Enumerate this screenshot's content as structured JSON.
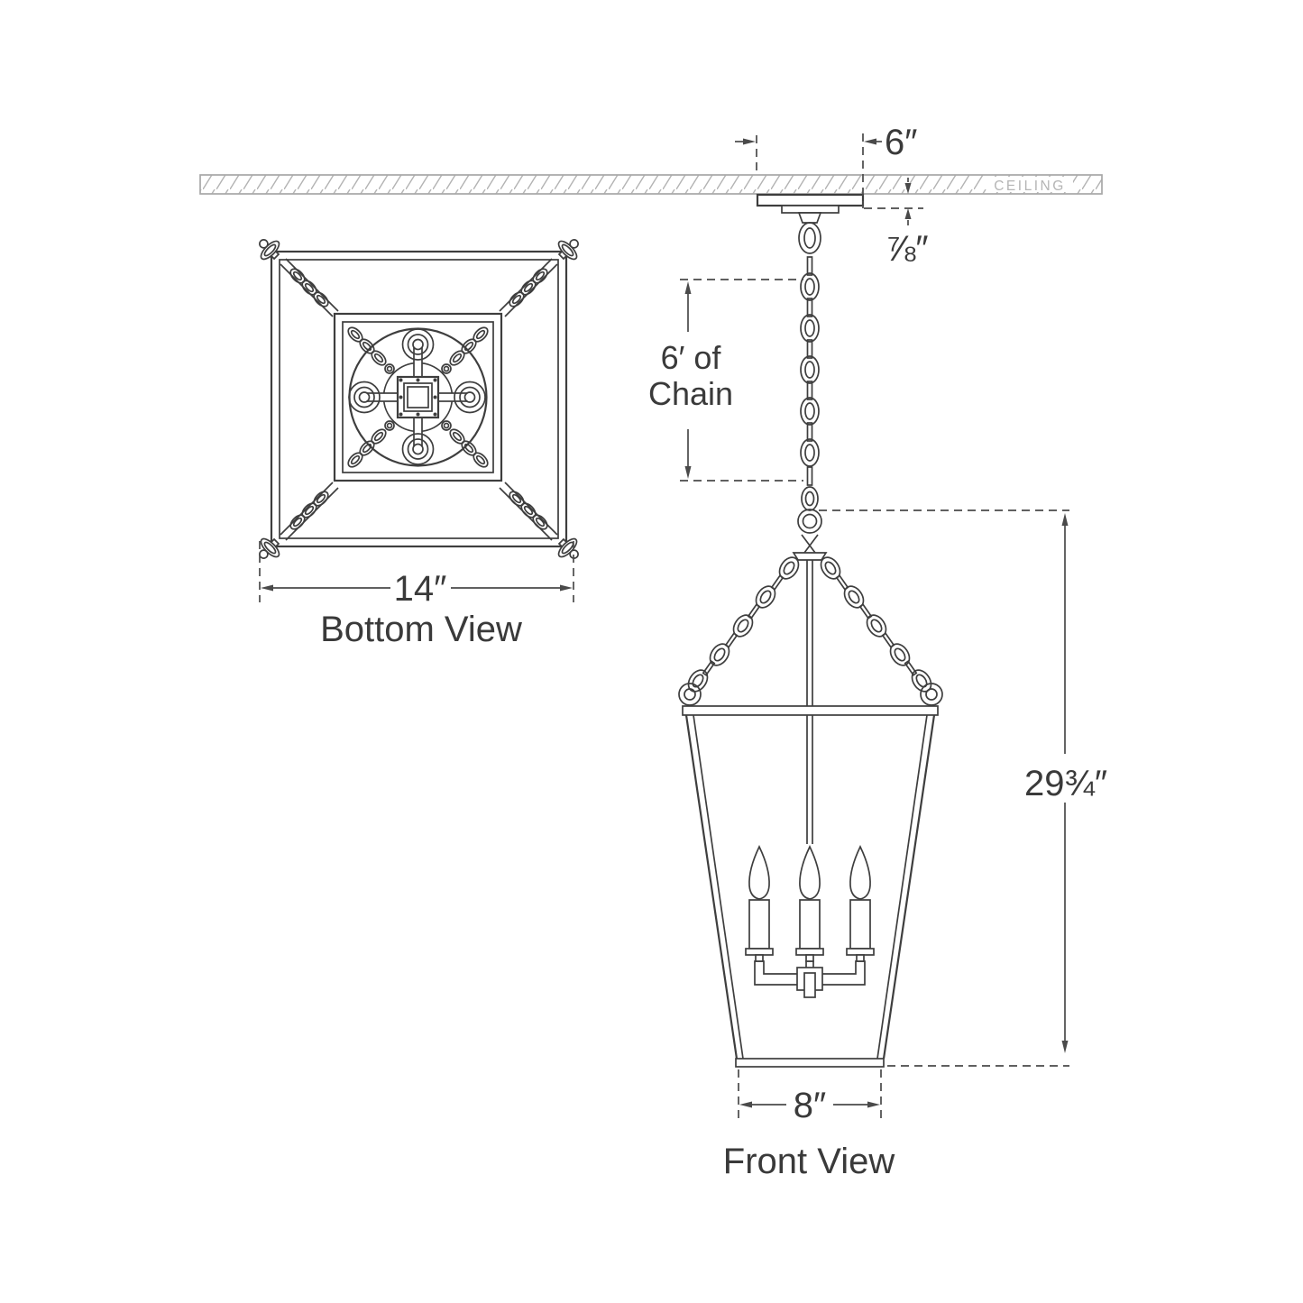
{
  "diagram": {
    "ceiling_label": "CEILING",
    "canopy": {
      "width_label": "6″",
      "thickness_label": "⅞″"
    },
    "chain": {
      "length_label_line1": "6′ of",
      "length_label_line2": "Chain"
    },
    "bottom_view": {
      "caption": "Bottom View",
      "width_label": "14″"
    },
    "front_view": {
      "caption": "Front View",
      "height_label": "29¾″",
      "base_width_label": "8″"
    }
  },
  "colors": {
    "line": "#3e3e3e",
    "dimension": "#4a4a4a",
    "ceiling_hatch": "#b3b3b3",
    "ceiling_text": "#b5b5b5",
    "background": "#ffffff"
  }
}
